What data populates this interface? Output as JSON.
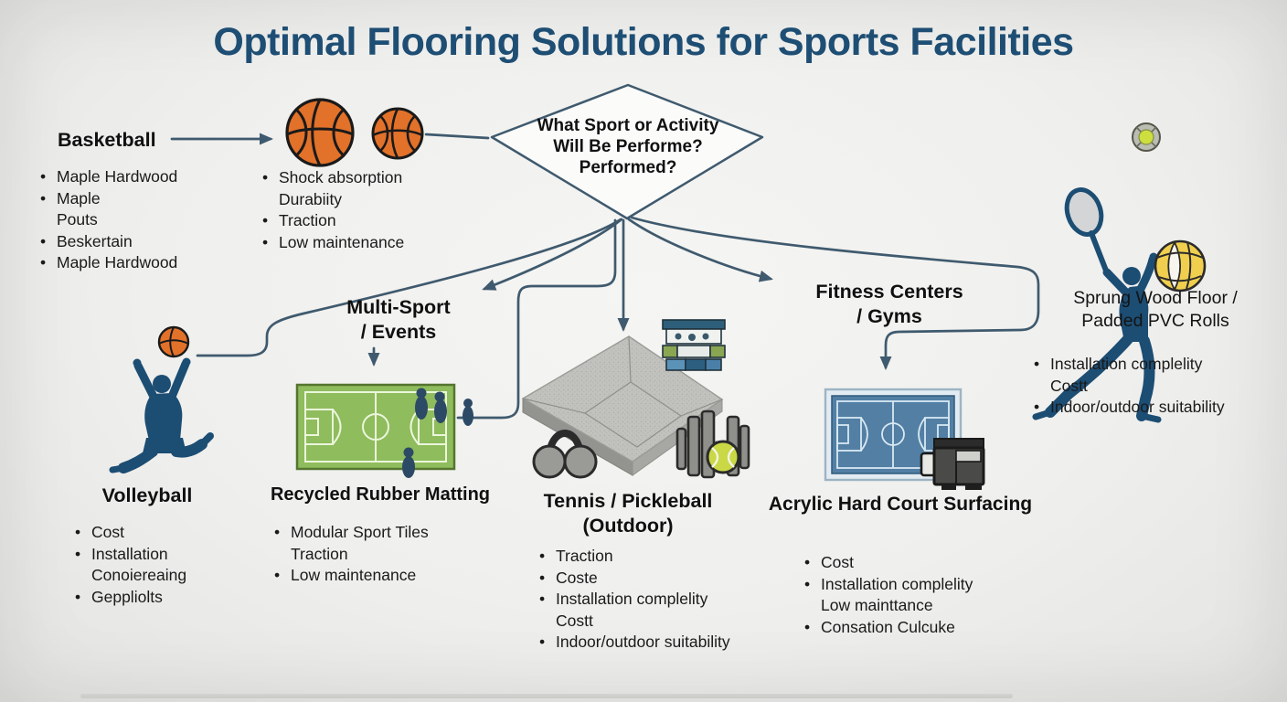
{
  "title": "Optimal Flooring Solutions for Sports Facilities",
  "decision": {
    "line1": "What Sport or Activity",
    "line2": "Will Be Performe?",
    "line3": "Performed?"
  },
  "basketball": {
    "label": "Basketball",
    "bullets": [
      "Maple Hardwood",
      "Maple\nPouts",
      "Beskertain",
      "Maple Hardwood"
    ],
    "floor_bullets": [
      "Shock absorption\nDurabiity",
      "Traction",
      "Low maintenance"
    ]
  },
  "sprung": {
    "label": "Sprung Wood Floor /\nPadded PVC Rolls",
    "bullets": [
      "Installation complelity\nCostt",
      "Indoor/outdoor suitability"
    ]
  },
  "multisport": {
    "label": "Multi-Sport\n/ Events",
    "solution": "Recycled Rubber Matting",
    "bullets": [
      "Modular Sport Tiles\nTraction",
      "Low maintenance"
    ]
  },
  "tennis": {
    "label": "Tennis / Pickleball\n(Outdoor)",
    "bullets": [
      "Traction",
      "Coste",
      "Installation complelity\nCostt",
      "Indoor/outdoor suitability"
    ]
  },
  "fitness": {
    "label": "Fitness Centers\n/ Gyms",
    "solution": "Acrylic Hard Court Surfacing",
    "bullets": [
      "Cost",
      "Installation complelity\nLow mainttance",
      "Consation Culcuke"
    ]
  },
  "volleyball": {
    "label": "Volleyball",
    "bullets": [
      "Cost",
      "Installation\nConoiereaing",
      "Geppliolts"
    ]
  },
  "icons": {
    "basketball_large": "basketball-icon",
    "basketball_small": "basketball-icon",
    "basketball_mini": "basketball-icon",
    "tennis_ball": "tennis-ball-icon",
    "tennis_player": "tennis-player-icon",
    "volleyball_ball": "volleyball-icon",
    "volleyball_player": "volleyball-player-icon",
    "green_court": "green-court-icon",
    "blue_court": "blue-court-icon",
    "concrete_tile": "concrete-tile-icon",
    "equipment_shelf": "equipment-shelf-icon",
    "earmuff_weights": "earmuff-weights-icon",
    "dumbbell_ball": "dumbbell-tennis-ball-icon",
    "floor_machine": "floor-machine-icon"
  },
  "colors": {
    "title": "#1e4e74",
    "connector": "#3f5a6e",
    "basketball_orange": "#e2712a",
    "silhouette_blue": "#1c4d73",
    "court_green": "#8fbc5c",
    "court_blue": "#527fa3",
    "tile_gray": "#bfbfbc",
    "volleyball_yellow": "#f0cf4e",
    "tennis_ball_green": "#c9d844",
    "text": "#1a1a1a",
    "background": "#efefed"
  }
}
